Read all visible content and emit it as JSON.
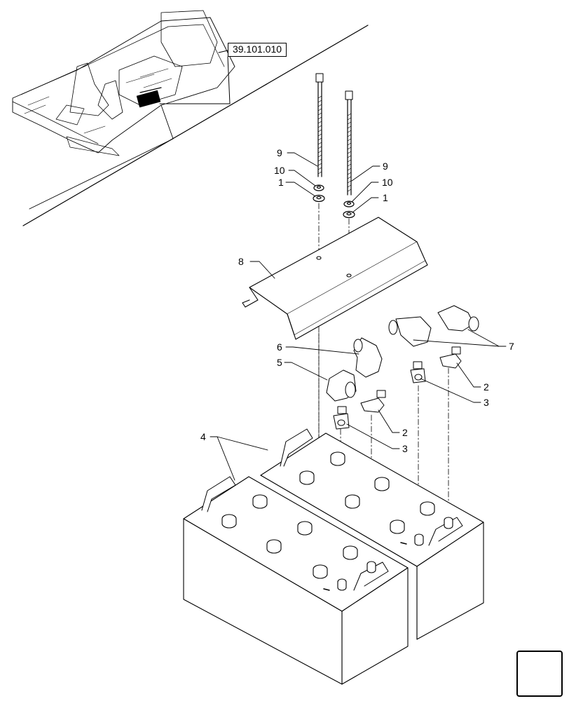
{
  "reference": {
    "label": "39.101.010"
  },
  "callouts": {
    "c9_left": "9",
    "c10_left": "10",
    "c1_left": "1",
    "c9_right": "9",
    "c10_right": "10",
    "c1_right": "1",
    "c8": "8",
    "c6": "6",
    "c5": "5",
    "c7": "7",
    "c2_right": "2",
    "c3_right": "3",
    "c2_mid": "2",
    "c3_mid": "3",
    "c4": "4"
  },
  "icons": {
    "nav": "navigate-arrow-icon"
  }
}
